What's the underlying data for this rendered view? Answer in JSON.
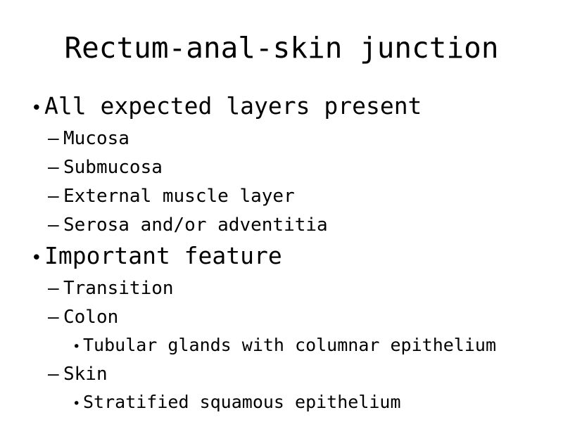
{
  "slide": {
    "title": "Rectum-anal-skin junction",
    "background_color": "#ffffff",
    "text_color": "#000000",
    "markers": {
      "level_1": "•",
      "level_2": "–",
      "level_3": "•"
    },
    "outline": [
      {
        "level": 1,
        "marker": "•",
        "label": "All expected layers present"
      },
      {
        "level": 2,
        "marker": "–",
        "label": "Mucosa"
      },
      {
        "level": 2,
        "marker": "–",
        "label": "Submucosa"
      },
      {
        "level": 2,
        "marker": "–",
        "label": "External muscle layer"
      },
      {
        "level": 2,
        "marker": "–",
        "label": "Serosa and/or adventitia"
      },
      {
        "level": 1,
        "marker": "•",
        "label": "Important feature"
      },
      {
        "level": 2,
        "marker": "–",
        "label": "Transition"
      },
      {
        "level": 2,
        "marker": "–",
        "label": "Colon"
      },
      {
        "level": 3,
        "marker": "•",
        "label": "Tubular glands with columnar epithelium"
      },
      {
        "level": 2,
        "marker": "–",
        "label": "Skin"
      },
      {
        "level": 3,
        "marker": "•",
        "label": "Stratified squamous epithelium"
      }
    ]
  }
}
